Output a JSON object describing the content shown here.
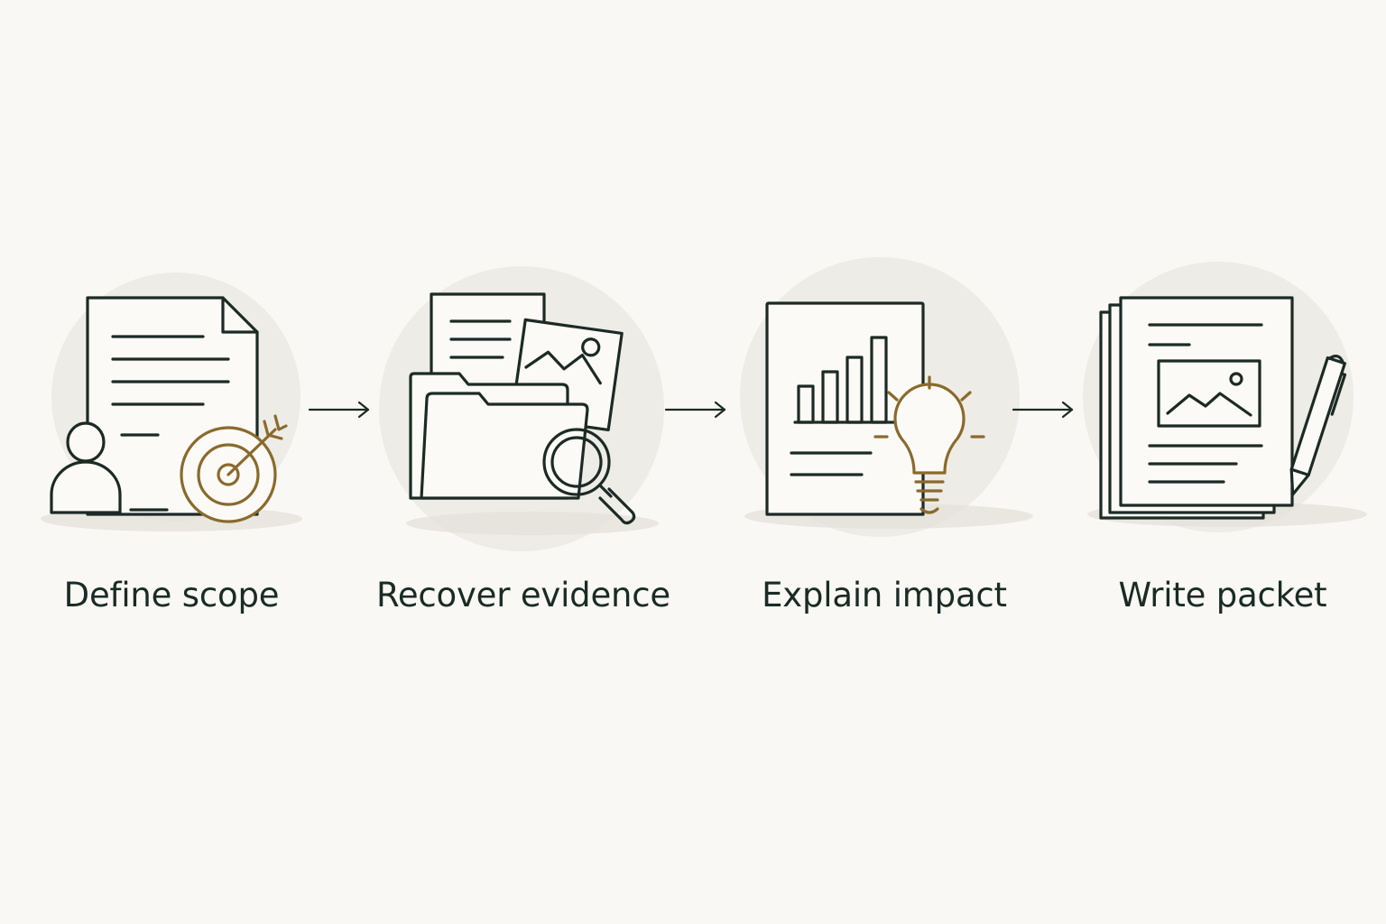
{
  "colors": {
    "background": "#f9f8f5",
    "ink": "#1c2a25",
    "accent_gold": "#8a6a2c",
    "halo": "#eeece7"
  },
  "steps": [
    {
      "label": "Define scope",
      "icon": "document-person-target-icon"
    },
    {
      "label": "Recover evidence",
      "icon": "folder-image-magnifier-icon"
    },
    {
      "label": "Explain impact",
      "icon": "chart-report-lightbulb-icon"
    },
    {
      "label": "Write packet",
      "icon": "stacked-pages-image-pen-icon"
    }
  ],
  "connectors": [
    "arrow-right-icon",
    "arrow-right-icon",
    "arrow-right-icon"
  ]
}
